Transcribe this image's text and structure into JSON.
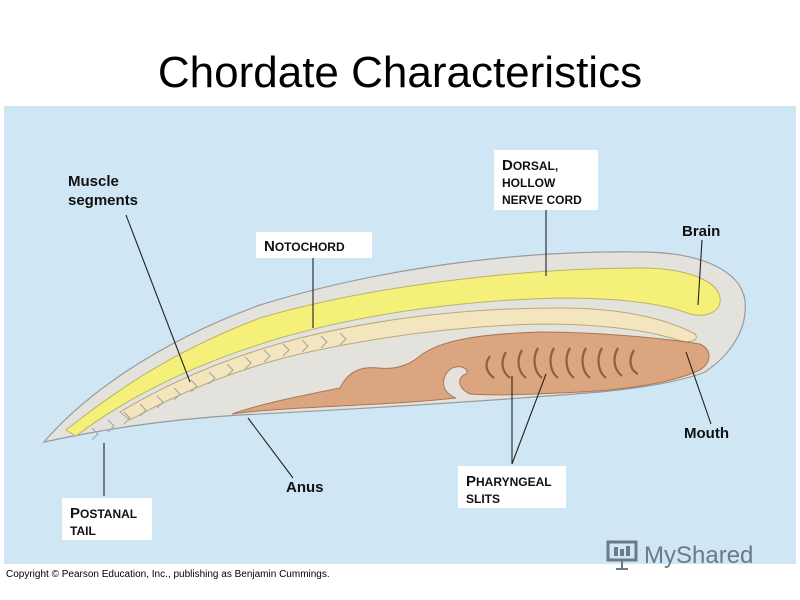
{
  "slide": {
    "title": "Chordate Characteristics"
  },
  "labels": {
    "muscle_segments_1": "Muscle",
    "muscle_segments_2": "segments",
    "notochord_cap": "N",
    "notochord_rest": "OTOCHORD",
    "dorsal_cap": "D",
    "dorsal_rest": "ORSAL,",
    "hollow": "HOLLOW",
    "nerve_cord": "NERVE CORD",
    "brain": "Brain",
    "mouth": "Mouth",
    "anus": "Anus",
    "pharyngeal_cap": "P",
    "pharyngeal_rest": "HARYNGEAL",
    "slits": "SLITS",
    "postanal_cap": "P",
    "postanal_rest": "OSTANAL",
    "tail": "TAIL"
  },
  "footer": {
    "copyright": "Copyright © Pearson Education, Inc., publishing as Benjamin Cummings."
  },
  "logo": {
    "text": "MyShared"
  },
  "colors": {
    "background_panel": "#cfe6f5",
    "body": "#e4e2dc",
    "nerve_cord": "#f4f07a",
    "notochord": "#f3e6bf",
    "gut": "#dba57f"
  }
}
